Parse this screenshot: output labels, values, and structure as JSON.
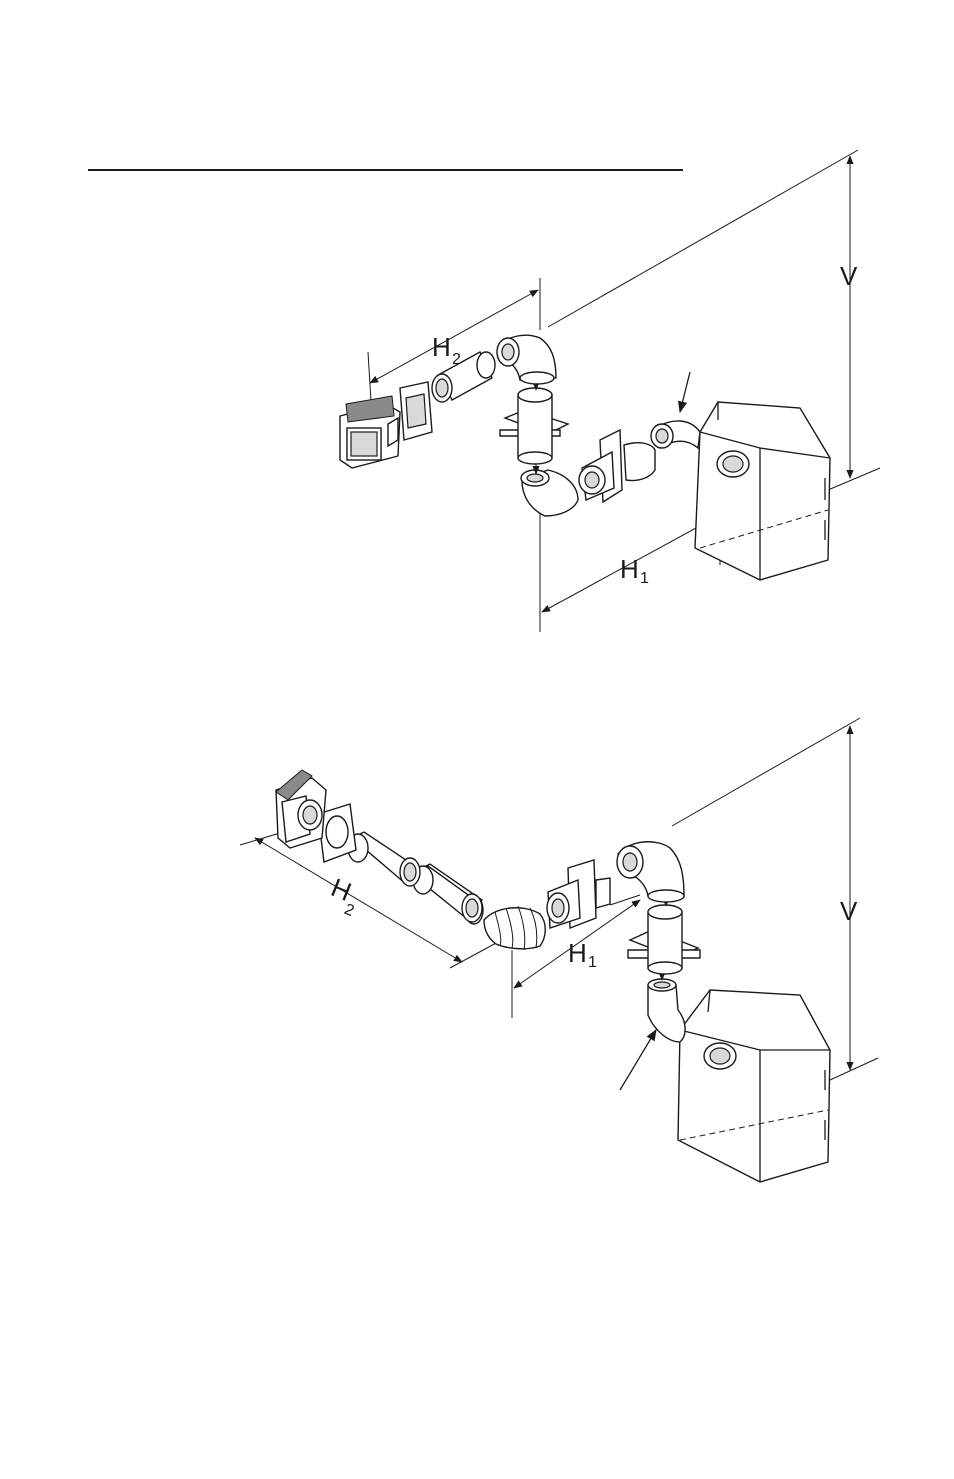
{
  "diagram_top": {
    "labels": {
      "vertical": "V",
      "horizontal_1_main": "H",
      "horizontal_1_sub": "1",
      "horizontal_2_main": "H",
      "horizontal_2_sub": "2"
    }
  },
  "diagram_bottom": {
    "labels": {
      "vertical": "V",
      "horizontal_1_main": "H",
      "horizontal_1_sub": "1",
      "horizontal_2_main": "H",
      "horizontal_2_sub": "2"
    }
  }
}
